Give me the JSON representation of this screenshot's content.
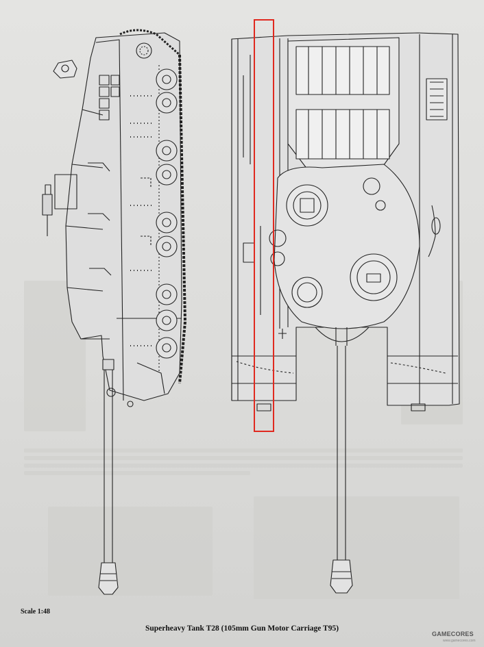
{
  "document": {
    "scale_label": "Scale 1:48",
    "caption": "Superheavy Tank T28 (105mm Gun Motor Carriage T95)"
  },
  "watermark": {
    "brand": "GAMECORES",
    "site": "www.gamecores.com"
  },
  "annotation": {
    "highlight_color": "#e0291f"
  },
  "colors": {
    "paper": "#dcdcda",
    "ink": "#222222"
  }
}
